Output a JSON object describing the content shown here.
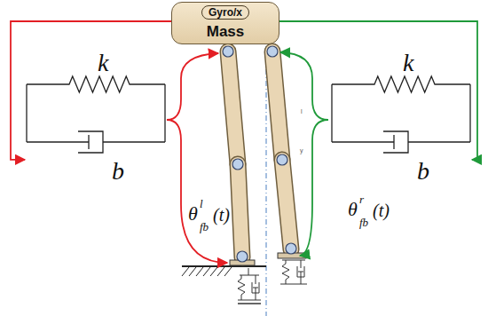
{
  "diagram": {
    "nodes": [
      {
        "text": [
          "Mass"
        ]
      },
      {
        "text": [
          "Gyro/x"
        ],
        "in": 0
      },
      {
        "text": [
          "k",
          "b"
        ]
      },
      {
        "text": [
          "k",
          "b"
        ]
      }
    ],
    "edges": [
      {
        "from": 0,
        "to": 2,
        "arrow": "to"
      },
      {
        "from": 0,
        "to": 3,
        "arrow": "to"
      }
    ],
    "labels": [
      "θ",
      "l",
      "fb",
      "(t)",
      "θ",
      "r",
      "fb",
      "(t)",
      "l",
      "y"
    ]
  }
}
